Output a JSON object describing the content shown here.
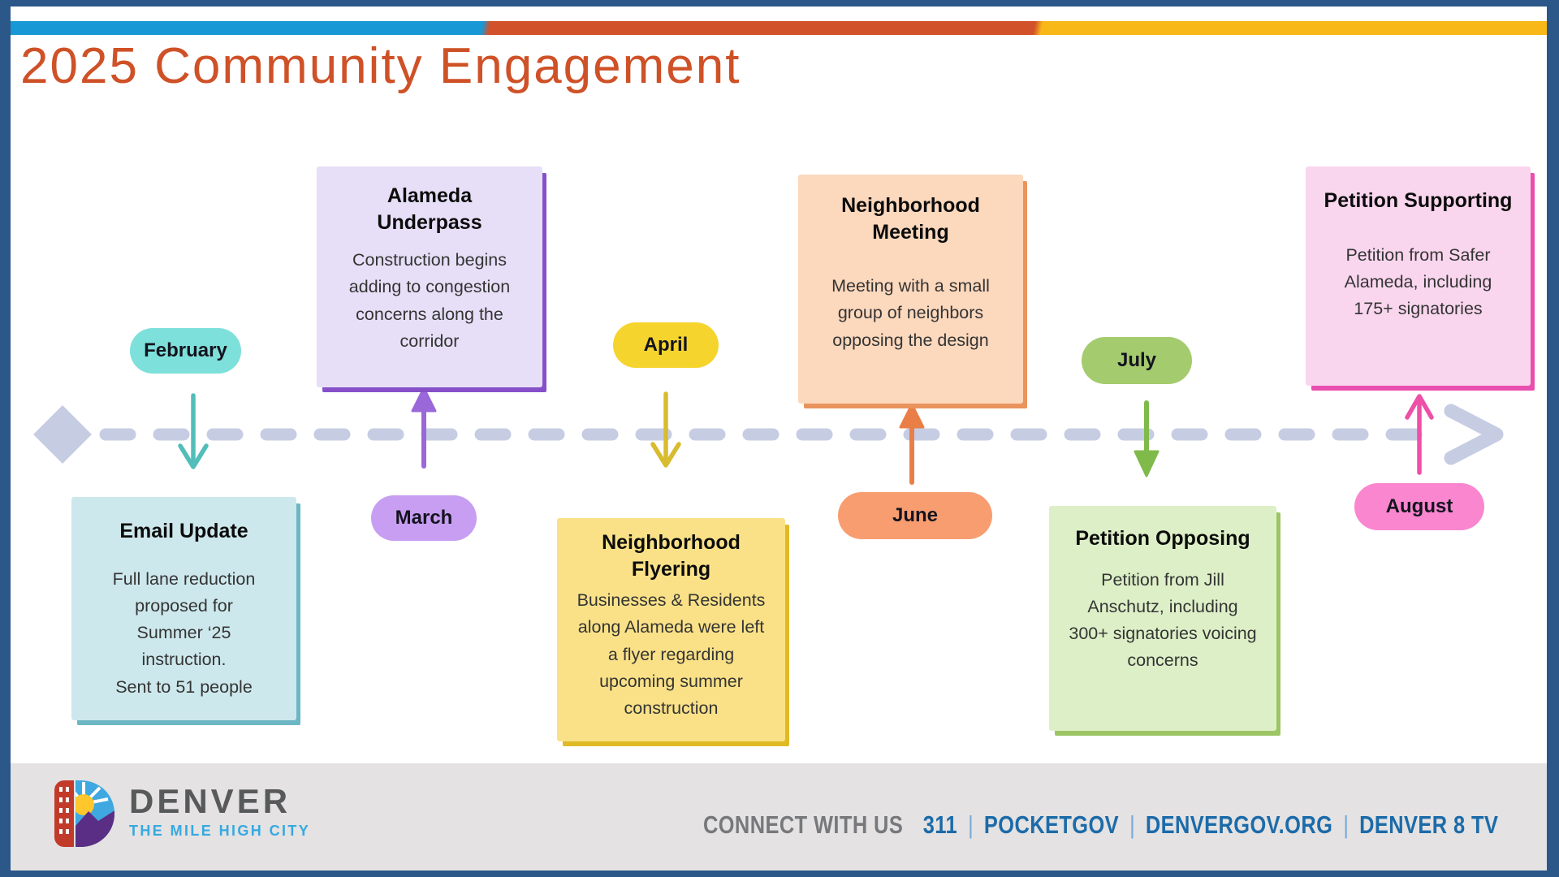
{
  "header": {
    "title": "2025 Community Engagement",
    "title_color": "#cf5127",
    "stripe_colors": [
      "#1899d5",
      "#d1512b",
      "#f8b817"
    ],
    "frame_color": "#2b5789"
  },
  "timeline": {
    "line_color": "#c6cde3",
    "months": [
      {
        "label": "February",
        "color": "#7ee0da",
        "position": "above-line"
      },
      {
        "label": "March",
        "color": "#c79ef2",
        "position": "below-line"
      },
      {
        "label": "April",
        "color": "#f6d42e",
        "position": "above-line"
      },
      {
        "label": "June",
        "color": "#f89d70",
        "position": "below-line"
      },
      {
        "label": "July",
        "color": "#a4cb6e",
        "position": "above-line"
      },
      {
        "label": "August",
        "color": "#f986cf",
        "position": "below-line"
      }
    ]
  },
  "events": [
    {
      "month": "February",
      "title": "Email Update",
      "body": "Full lane reduction\nproposed for\nSummer ‘25\ninstruction.\nSent to 51 people",
      "card_color": "#cde8ec",
      "shadow_color": "#6db6c3",
      "arrow_color": "#52bdb9",
      "arrow_direction": "down"
    },
    {
      "month": "March",
      "title": "Alameda\nUnderpass",
      "body": "Construction begins\nadding to congestion\nconcerns along the\ncorridor",
      "card_color": "#e6dff7",
      "shadow_color": "#8550c8",
      "arrow_color": "#9a68d8",
      "arrow_direction": "up"
    },
    {
      "month": "April",
      "title": "Neighborhood\nFlyering",
      "body": "Businesses & Residents\nalong Alameda were left\na flyer regarding\nupcoming summer\nconstruction",
      "card_color": "#fae187",
      "shadow_color": "#e0ba25",
      "arrow_color": "#d8bc30",
      "arrow_direction": "down"
    },
    {
      "month": "June",
      "title": "Neighborhood\nMeeting",
      "body": "Meeting with a small\ngroup of neighbors\nopposing the design",
      "card_color": "#fcd8bd",
      "shadow_color": "#e9935d",
      "arrow_color": "#e97f47",
      "arrow_direction": "up"
    },
    {
      "month": "July",
      "title": "Petition Opposing",
      "body": "Petition from Jill\nAnschutz, including\n300+ signatories voicing\nconcerns",
      "card_color": "#ddefc7",
      "shadow_color": "#9cc565",
      "arrow_color": "#7fba4a",
      "arrow_direction": "down"
    },
    {
      "month": "August",
      "title": "Petition Supporting",
      "body": "Petition from Safer\nAlameda, including\n175+ signatories",
      "card_color": "#f9d6ee",
      "shadow_color": "#e84fae",
      "arrow_color": "#ee4fa7",
      "arrow_direction": "up"
    }
  ],
  "footer": {
    "logo_name": "DENVER",
    "logo_tagline": "THE MILE HIGH CITY",
    "connect_label": "CONNECT WITH US",
    "links": [
      "311",
      "POCKETGOV",
      "DENVERGOV.ORG",
      "DENVER 8 TV"
    ],
    "separator": "|",
    "background": "#e4e2e2",
    "link_color": "#1c6ba9"
  }
}
